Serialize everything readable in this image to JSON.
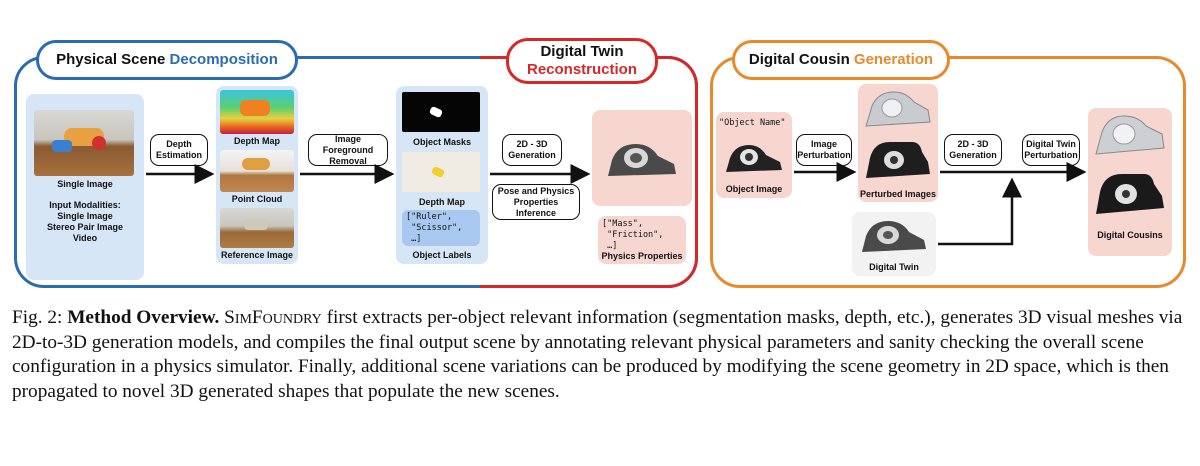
{
  "figure": {
    "section_decomposition": {
      "title_a": "Physical Scene ",
      "title_b": "Decomposition"
    },
    "section_reconstruction": {
      "title_a": "Digital Twin",
      "title_b": "Reconstruction"
    },
    "section_cousin": {
      "title_a": "Digital Cousin ",
      "title_b": "Generation"
    },
    "input_panel": {
      "label": "Single Image",
      "modalities_title": "Input Modalities:",
      "modalities": [
        "Single Image",
        "Stereo Pair Image",
        "Video"
      ]
    },
    "steps": {
      "depth_estimation": "Depth Estimation",
      "fg_removal": "Image Foreground Removal",
      "gen_2d3d_a": "2D - 3D Generation",
      "pose_physics": "Pose and Physics Properties Inference",
      "image_perturbation": "Image Perturbation",
      "gen_2d3d_b": "2D - 3D Generation",
      "twin_perturbation": "Digital Twin Perturbation"
    },
    "depth_panel": {
      "depth_map": "Depth Map",
      "point_cloud": "Point Cloud",
      "reference_image": "Reference Image"
    },
    "mask_panel": {
      "object_masks": "Object Masks",
      "depth_map": "Depth Map",
      "object_labels_code": "[\"Ruler\",\n \"Scissor\",\n …]",
      "object_labels": "Object Labels"
    },
    "physics_panel": {
      "code": "[\"Mass\",\n \"Friction\",\n …]",
      "label": "Physics Properties"
    },
    "cousin_panel": {
      "object_name_code": "\"Object Name\"",
      "object_image": "Object Image",
      "perturbed_images": "Perturbed Images",
      "digital_twin": "Digital Twin",
      "digital_cousins": "Digital Cousins"
    },
    "colors": {
      "blue": "#2b6cb0",
      "red": "#d62828",
      "orange": "#e8892b"
    }
  },
  "caption": {
    "fig_label": "Fig. 2: ",
    "bold_title": "Method Overview.",
    "system_name": "SimFoundry",
    "text": " first extracts per-object relevant information (segmentation masks, depth, etc.), generates 3D visual meshes via 2D-to-3D generation models, and compiles the final output scene by annotating relevant physical parameters and sanity checking the overall scene configuration in a physics simulator. Finally, additional scene variations can be produced by modifying the scene geometry in 2D space, which is then propagated to novel 3D generated shapes that populate the new scenes."
  }
}
